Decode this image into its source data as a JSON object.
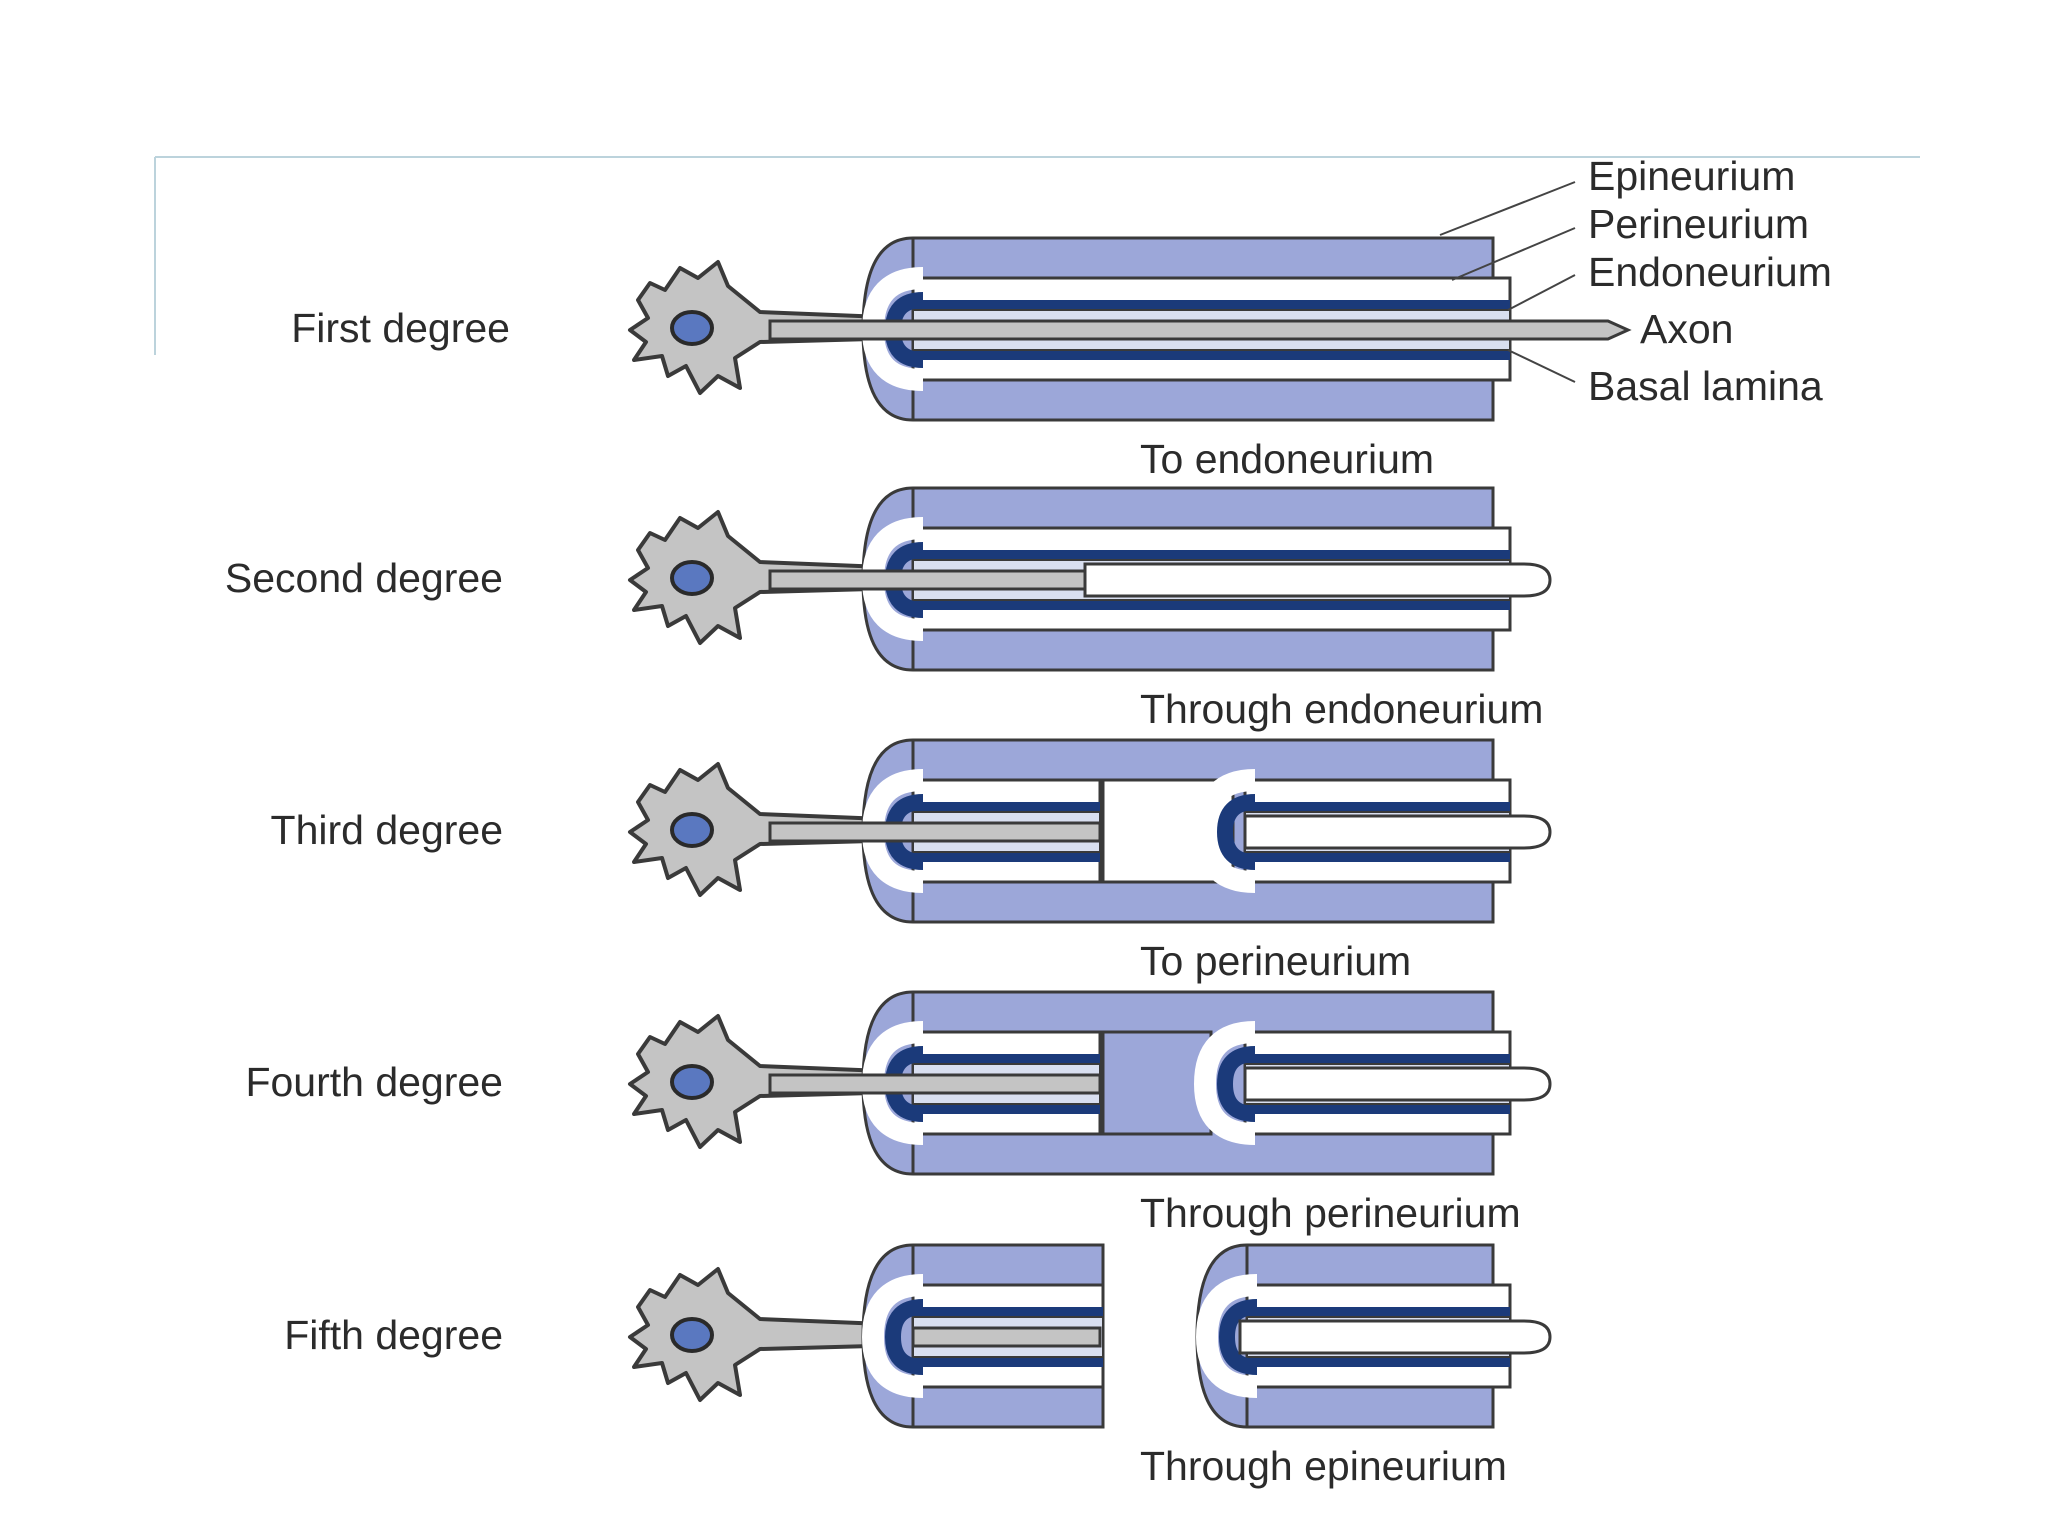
{
  "diagram": {
    "rows": [
      {
        "label": "First degree",
        "caption": "To endoneurium"
      },
      {
        "label": "Second degree",
        "caption": "Through endoneurium"
      },
      {
        "label": "Third degree",
        "caption": "To perineurium"
      },
      {
        "label": "Fourth degree",
        "caption": "Through perineurium"
      },
      {
        "label": "Fifth degree",
        "caption": "Through epineurium"
      }
    ],
    "parts": {
      "epineurium": "Epineurium",
      "perineurium": "Perineurium",
      "endoneurium": "Endoneurium",
      "axon": "Axon",
      "basal_lamina": "Basal lamina"
    },
    "colors": {
      "epineurium": "#9ca7d9",
      "endoneurium": "#1b3a7a",
      "axon": "#c4c4c4",
      "outline": "#3a3a3a",
      "nucleus": "#5a78c0"
    }
  }
}
